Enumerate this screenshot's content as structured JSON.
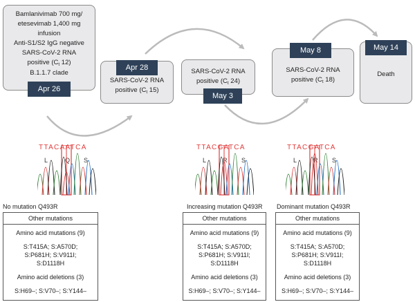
{
  "events": [
    {
      "date": "Apr 26",
      "lines": [
        "Bamlanivimab 700 mg/",
        "etesevimab 1,400 mg",
        "infusion",
        "Anti-S1/S2 IgG negative",
        "SARS-CoV-2 RNA"
      ],
      "ct_prefix": "positive (C",
      "ct_sub": "t",
      "ct_suffix": " 12)",
      "extra": "B.1.1.7 clade"
    },
    {
      "date": "Apr 28",
      "line1": "SARS-CoV-2 RNA",
      "ct_prefix": "positive (C",
      "ct_sub": "t",
      "ct_suffix": " 15)"
    },
    {
      "date": "May 3",
      "line1": "SARS-CoV-2 RNA",
      "ct_prefix": "positive (C",
      "ct_sub": "t",
      "ct_suffix": " 24)"
    },
    {
      "date": "May 8",
      "line1": "SARS-CoV-2 RNA",
      "ct_prefix": "positive (C",
      "ct_sub": "t",
      "ct_suffix": " 18)"
    },
    {
      "date": "May 14",
      "line1": "Death"
    }
  ],
  "chromatograms": [
    {
      "sequence": "TTACAATCA",
      "aa": [
        "L",
        "Q",
        "S"
      ],
      "caption": "No mutation Q493R",
      "trace_colors": [
        "#2e7d32",
        "#1a1a1a",
        "#1565c0",
        "#d32f2f"
      ]
    },
    {
      "sequence": "TTACGATCA",
      "aa": [
        "L",
        "R",
        "S"
      ],
      "caption": "Increasing mutation Q493R",
      "trace_colors": [
        "#2e7d32",
        "#1a1a1a",
        "#1565c0",
        "#d32f2f"
      ]
    },
    {
      "sequence": "TTACGATCA",
      "aa": [
        "L",
        "R",
        "S"
      ],
      "caption": "Dominant mutation Q493R",
      "trace_colors": [
        "#2e7d32",
        "#1a1a1a",
        "#1565c0",
        "#d32f2f"
      ]
    }
  ],
  "mutations": {
    "header": "Other mutations",
    "aa_mut_title": "Amino acid mutations (9)",
    "aa_mut_lines": [
      "S:T415A; S:A570D;",
      "S:P681H; S:V911I;",
      "S:D1118H"
    ],
    "aa_del_title": "Amino acid deletions (3)",
    "aa_del_line": "S:H69–; S:V70–; S:Y144–"
  },
  "colors": {
    "box_fill": "#e9e9eb",
    "date_fill": "#2e4158",
    "arrow": "#bbbbbb",
    "highlight": "#e23b3b"
  }
}
